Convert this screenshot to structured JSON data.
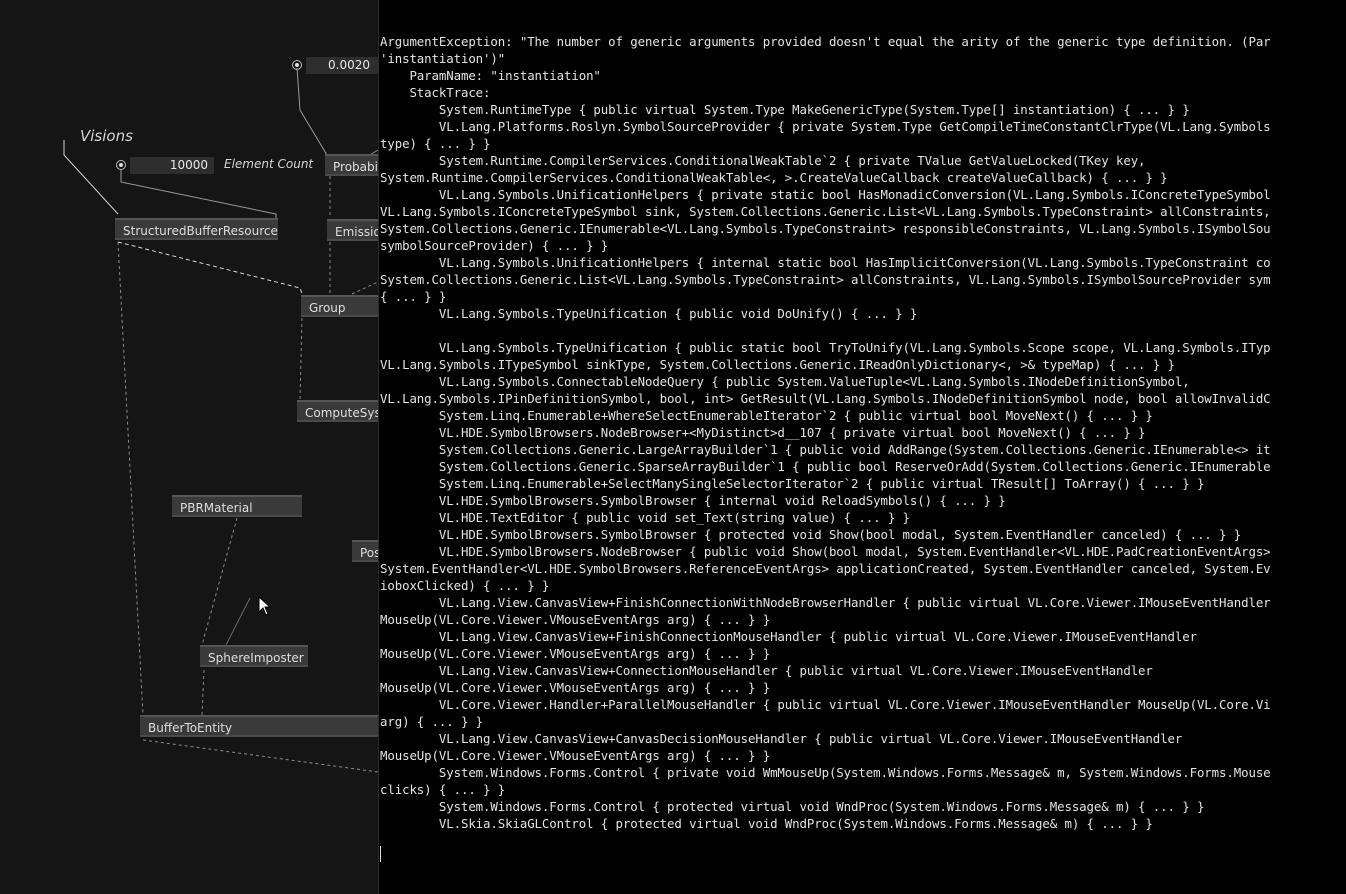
{
  "canvas": {
    "nodes": {
      "structured_buffer_resource": "StructuredBufferResource",
      "probabi": "Probabi",
      "emissio": "Emissio",
      "group": "Group",
      "compute_sys": "ComputeSys",
      "pbr_material": "PBRMaterial",
      "pos": "Pos",
      "sphere_imposter": "SphereImposter",
      "buffer_to_entity": "BufferToEntity"
    },
    "ioboxes": {
      "probability": "0.0020",
      "element_count": "10000"
    },
    "labels": {
      "visions": "Visions",
      "element_count": "Element Count"
    }
  },
  "console": {
    "text": "ArgumentException: \"The number of generic arguments provided doesn't equal the arity of the generic type definition. (Par\n'instantiation')\"\n    ParamName: \"instantiation\"\n    StackTrace:\n        System.RuntimeType { public virtual System.Type MakeGenericType(System.Type[] instantiation) { ... } }\n        VL.Lang.Platforms.Roslyn.SymbolSourceProvider { private System.Type GetCompileTimeConstantClrType(VL.Lang.Symbols\ntype) { ... } }\n        System.Runtime.CompilerServices.ConditionalWeakTable`2 { private TValue GetValueLocked(TKey key,\nSystem.Runtime.CompilerServices.ConditionalWeakTable<, >.CreateValueCallback createValueCallback) { ... } }\n        VL.Lang.Symbols.UnificationHelpers { private static bool HasMonadicConversion(VL.Lang.Symbols.IConcreteTypeSymbol\nVL.Lang.Symbols.IConcreteTypeSymbol sink, System.Collections.Generic.List<VL.Lang.Symbols.TypeConstraint> allConstraints,\nSystem.Collections.Generic.IEnumerable<VL.Lang.Symbols.TypeConstraint> responsibleConstraints, VL.Lang.Symbols.ISymbolSou\nsymbolSourceProvider) { ... } }\n        VL.Lang.Symbols.UnificationHelpers { internal static bool HasImplicitConversion(VL.Lang.Symbols.TypeConstraint co\nSystem.Collections.Generic.List<VL.Lang.Symbols.TypeConstraint> allConstraints, VL.Lang.Symbols.ISymbolSourceProvider sym\n{ ... } }\n        VL.Lang.Symbols.TypeUnification { public void DoUnify() { ... } }\n\n        VL.Lang.Symbols.TypeUnification { public static bool TryToUnify(VL.Lang.Symbols.Scope scope, VL.Lang.Symbols.ITyp\nVL.Lang.Symbols.ITypeSymbol sinkType, System.Collections.Generic.IReadOnlyDictionary<, >& typeMap) { ... } }\n        VL.Lang.Symbols.ConnectableNodeQuery { public System.ValueTuple<VL.Lang.Symbols.INodeDefinitionSymbol,\nVL.Lang.Symbols.IPinDefinitionSymbol, bool, int> GetResult(VL.Lang.Symbols.INodeDefinitionSymbol node, bool allowInvalidC\n        System.Linq.Enumerable+WhereSelectEnumerableIterator`2 { public virtual bool MoveNext() { ... } }\n        VL.HDE.SymbolBrowsers.NodeBrowser+<MyDistinct>d__107 { private virtual bool MoveNext() { ... } }\n        System.Collections.Generic.LargeArrayBuilder`1 { public void AddRange(System.Collections.Generic.IEnumerable<> it\n        System.Collections.Generic.SparseArrayBuilder`1 { public bool ReserveOrAdd(System.Collections.Generic.IEnumerable\n        System.Linq.Enumerable+SelectManySingleSelectorIterator`2 { public virtual TResult[] ToArray() { ... } }\n        VL.HDE.SymbolBrowsers.SymbolBrowser { internal void ReloadSymbols() { ... } }\n        VL.HDE.TextEditor { public void set_Text(string value) { ... } }\n        VL.HDE.SymbolBrowsers.SymbolBrowser { protected void Show(bool modal, System.EventHandler canceled) { ... } }\n        VL.HDE.SymbolBrowsers.NodeBrowser { public void Show(bool modal, System.EventHandler<VL.HDE.PadCreationEventArgs>\nSystem.EventHandler<VL.HDE.SymbolBrowsers.ReferenceEventArgs> applicationCreated, System.EventHandler canceled, System.Ev\nioboxClicked) { ... } }\n        VL.Lang.View.CanvasView+FinishConnectionWithNodeBrowserHandler { public virtual VL.Core.Viewer.IMouseEventHandler\nMouseUp(VL.Core.Viewer.VMouseEventArgs arg) { ... } }\n        VL.Lang.View.CanvasView+FinishConnectionMouseHandler { public virtual VL.Core.Viewer.IMouseEventHandler\nMouseUp(VL.Core.Viewer.VMouseEventArgs arg) { ... } }\n        VL.Lang.View.CanvasView+ConnectionMouseHandler { public virtual VL.Core.Viewer.IMouseEventHandler\nMouseUp(VL.Core.Viewer.VMouseEventArgs arg) { ... } }\n        VL.Core.Viewer.Handler+ParallelMouseHandler { public virtual VL.Core.Viewer.IMouseEventHandler MouseUp(VL.Core.Vi\narg) { ... } }\n        VL.Lang.View.CanvasView+CanvasDecisionMouseHandler { public virtual VL.Core.Viewer.IMouseEventHandler\nMouseUp(VL.Core.Viewer.VMouseEventArgs arg) { ... } }\n        System.Windows.Forms.Control { private void WmMouseUp(System.Windows.Forms.Message& m, System.Windows.Forms.Mouse\nclicks) { ... } }\n        System.Windows.Forms.Control { protected virtual void WndProc(System.Windows.Forms.Message& m) { ... } }\n        VL.Skia.SkiaGLControl { protected virtual void WndProc(System.Windows.Forms.Message& m) { ... } }"
  }
}
